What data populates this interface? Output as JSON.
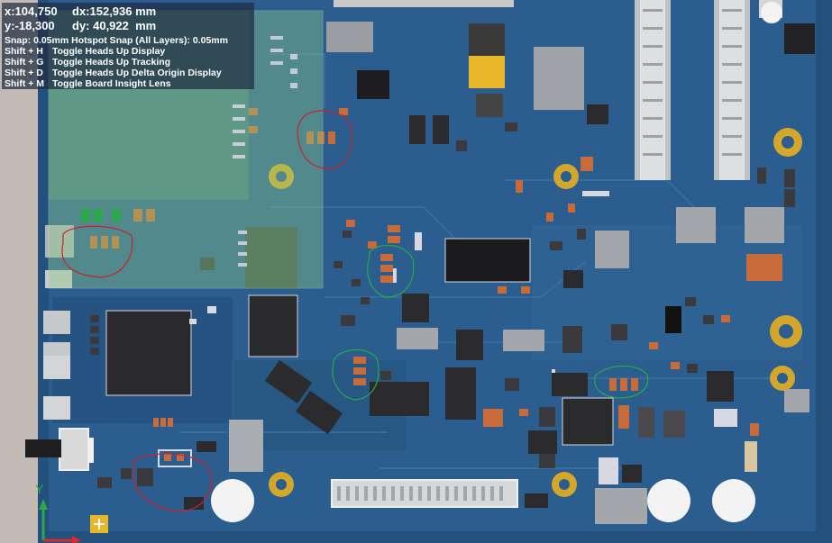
{
  "window": {
    "title": ""
  },
  "hud": {
    "x_readout": "x:104,750",
    "dx_readout": "dx:152,936 mm",
    "y_readout": "y:-18,300",
    "dy_readout": "dy: 40,922  mm",
    "snap": "Snap: 0.05mm Hotspot Snap (All Layers): 0.05mm",
    "shortcuts": [
      {
        "key": "Shift + H",
        "action": "Toggle Heads Up Display"
      },
      {
        "key": "Shift + G",
        "action": "Toggle Heads Up Tracking"
      },
      {
        "key": "Shift + D",
        "action": "Toggle Heads Up Delta Origin Display"
      },
      {
        "key": "Shift + M",
        "action": "Toggle Board Insight Lens"
      }
    ]
  },
  "origin": {
    "y_axis": "Y"
  },
  "colors": {
    "board": "#2b5e8e",
    "board_dark": "#20466f",
    "silk": "#d8d8e4",
    "pad": "#d4a62a",
    "smd": "#c86b3a",
    "ic": "#2b2b2e",
    "overlay": "#8fd08a",
    "red_mark": "#c8242c",
    "green_mark": "#2aa84a",
    "hud_text": "#ffffff"
  }
}
